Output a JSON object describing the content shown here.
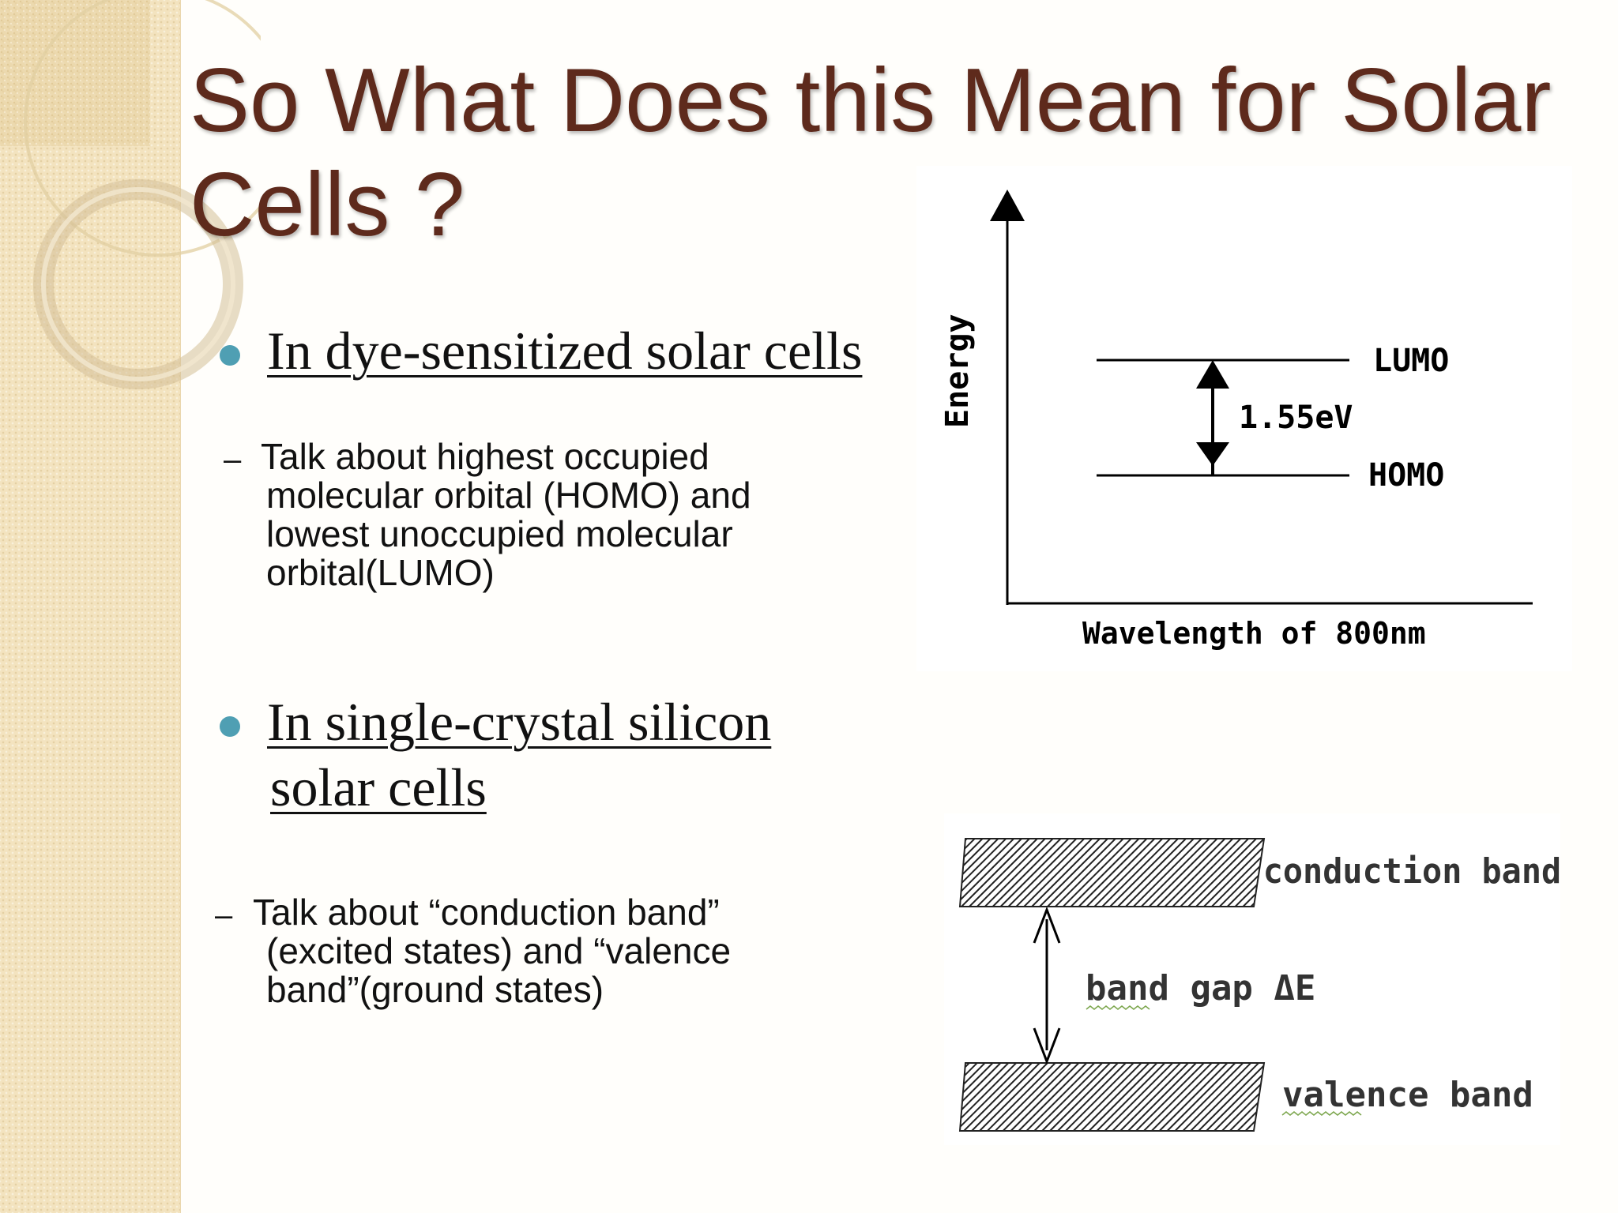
{
  "slide": {
    "title_line1": "So What Does this Mean for Solar",
    "title_line2": "Cells ?",
    "bullets": [
      {
        "heading_line1": "In dye-sensitized solar cells",
        "sub_dash": "–",
        "sub_lines": [
          "Talk about highest occupied",
          "molecular orbital (HOMO) and",
          "lowest  unoccupied molecular",
          "orbital(LUMO)"
        ]
      },
      {
        "heading_line1": "In single-crystal silicon",
        "heading_line2": "solar cells",
        "sub_dash": "–",
        "sub_lines": [
          "Talk about “conduction band”",
          "(excited states) and “valence",
          "band”(ground states)"
        ]
      }
    ]
  },
  "homo_lumo_diagram": {
    "y_axis_label": "Energy",
    "x_axis_label": "Wavelength of 800nm",
    "upper_level_label": "LUMO",
    "lower_level_label": "HOMO",
    "gap_label": "1.55eV"
  },
  "band_diagram": {
    "upper_band_label": "conduction band",
    "gap_label": "band gap ΔE",
    "lower_band_label": "valence band"
  },
  "colors": {
    "title": "#5e2a1c",
    "bullet": "#4f9fb3",
    "side_strip": "#f3e3bf"
  }
}
